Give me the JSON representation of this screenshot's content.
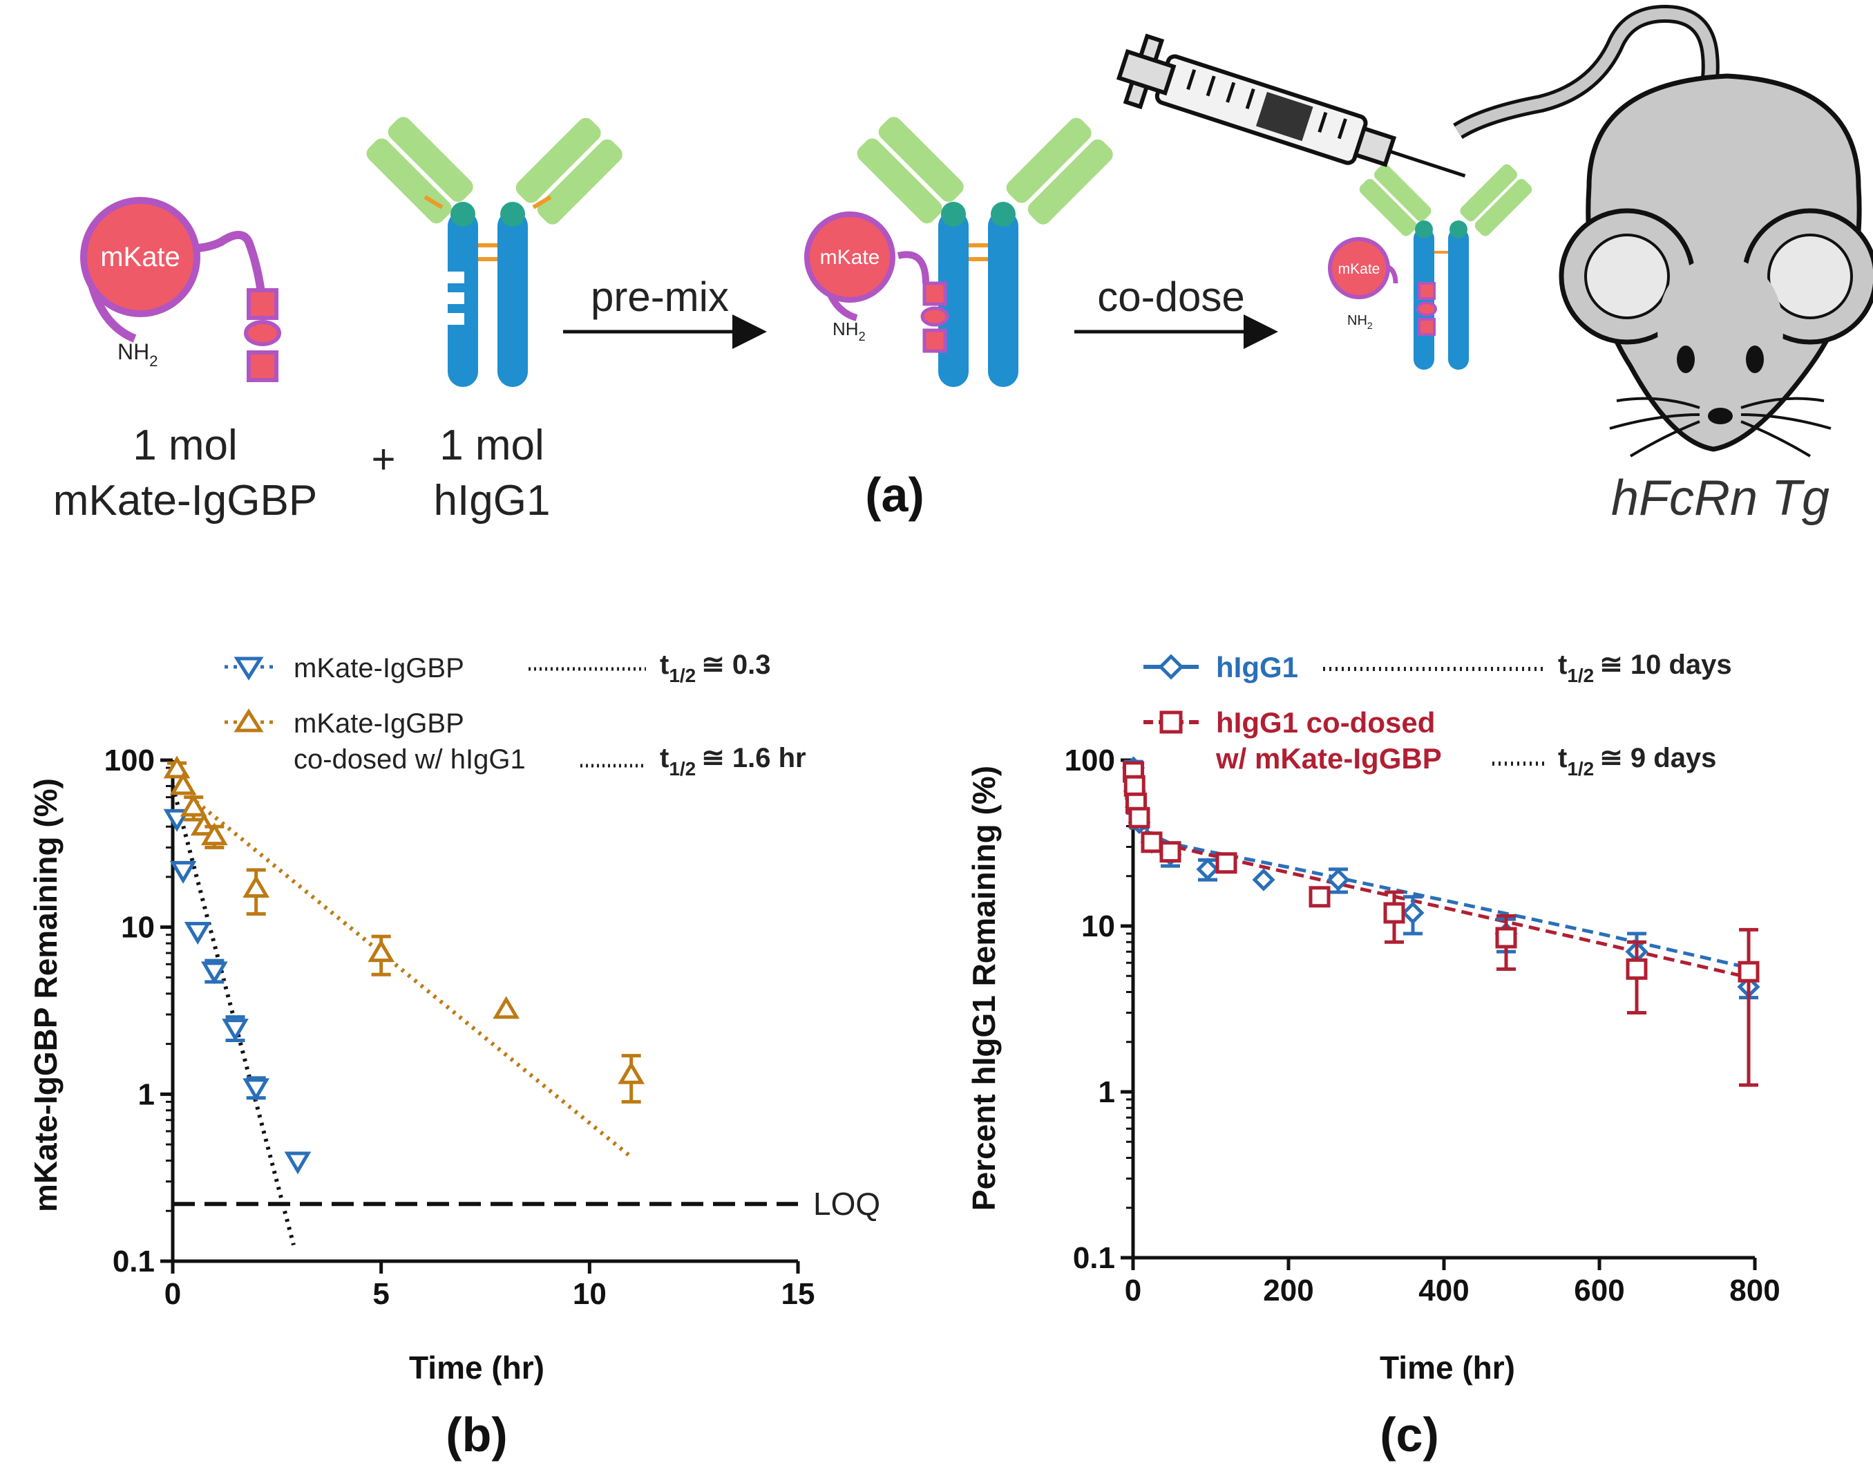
{
  "schematic": {
    "reagent1_amount": "1 mol",
    "reagent1_name": "mKate-IgGBP",
    "plus": "+",
    "reagent2_amount": "1 mol",
    "reagent2_name": "hIgG1",
    "step1": "pre-mix",
    "step2": "co-dose",
    "protein_label": "mKate",
    "amine_label": "NH",
    "amine_subscript": "2",
    "mouse_label": "hFcRn Tg",
    "panel_label": "(a)"
  },
  "colors": {
    "mkate": "#ef5a68",
    "mkate_linker": "#b055c2",
    "fc_blue": "#1f8fd0",
    "fab_green": "#a9dc86",
    "hinge_orange": "#ee9a2a",
    "series_blue": "#2a6fb8",
    "series_orange": "#bd7a14",
    "series_red": "#b11f32",
    "mouse_gray": "#c8c8c8"
  },
  "chart_data": [
    {
      "type": "scatter",
      "panel_label": "(b)",
      "xlabel": "Time (hr)",
      "ylabel": "mKate-IgGBP Remaining (%)",
      "xlim": [
        0,
        15
      ],
      "ylim": [
        0.1,
        100
      ],
      "yscale": "log",
      "xticks": [
        "0",
        "5",
        "10",
        "15"
      ],
      "yticks": [
        "0.1",
        "1",
        "10",
        "100"
      ],
      "legend_position": "top",
      "series": [
        {
          "name": "mKate-IgGBP",
          "marker": "triangle-down",
          "color": "#2a6fb8",
          "x": [
            0.1,
            0.25,
            0.6,
            1.0,
            1.5,
            2.0,
            3.0
          ],
          "y": [
            45,
            22,
            9.5,
            5.5,
            2.5,
            1.1,
            0.4
          ],
          "err": [
            0,
            0,
            0,
            0.8,
            0.4,
            0.15,
            0
          ],
          "fit_x": [
            0,
            2.9
          ],
          "fit_y": [
            70,
            0.125
          ],
          "fit_label_prefix": "t",
          "fit_label_sub": "1/2",
          "fit_label_value": "≅ 0.3"
        },
        {
          "name": "mKate-IgGBP",
          "name_line2": "co-dosed w/ hIgG1",
          "marker": "triangle-up",
          "color": "#bd7a14",
          "x": [
            0.1,
            0.25,
            0.5,
            0.75,
            1.0,
            2.0,
            5.0,
            8.0,
            11.0
          ],
          "y": [
            88,
            70,
            52,
            40,
            35,
            17,
            7,
            3.2,
            1.3
          ],
          "err": [
            8,
            0,
            8,
            0,
            5,
            5,
            1.8,
            0,
            0.4
          ],
          "fit_x": [
            0.1,
            11
          ],
          "fit_y": [
            70,
            0.42
          ],
          "fit_label_prefix": "t",
          "fit_label_sub": "1/2",
          "fit_label_value": "≅ 1.6 hr"
        }
      ],
      "reference_lines": [
        {
          "label": "LOQ",
          "y": 0.22
        }
      ]
    },
    {
      "type": "scatter",
      "panel_label": "(c)",
      "xlabel": "Time (hr)",
      "ylabel": "Percent hIgG1 Remaining (%)",
      "xlim": [
        0,
        800
      ],
      "ylim": [
        0.1,
        100
      ],
      "yscale": "log",
      "xticks": [
        "0",
        "200",
        "400",
        "600",
        "800"
      ],
      "yticks": [
        "0.1",
        "1",
        "10",
        "100"
      ],
      "legend_position": "top",
      "series": [
        {
          "name": "hIgG1",
          "marker": "circle",
          "color": "#2a6fb8",
          "x": [
            0.5,
            2,
            4,
            8,
            24,
            48,
            96,
            168,
            264,
            360,
            480,
            648,
            792
          ],
          "y": [
            90,
            65,
            52,
            42,
            32,
            27,
            22,
            19,
            19,
            12,
            9,
            7,
            4.3
          ],
          "err": [
            8,
            6,
            4,
            3,
            3,
            4,
            3,
            0,
            3,
            3,
            2,
            2,
            0.6
          ],
          "fit_x": [
            0,
            4,
            8,
            16,
            24,
            48,
            96,
            200,
            400,
            600,
            792
          ],
          "fit_y": [
            96,
            56,
            44,
            38,
            35.5,
            31.5,
            28.2,
            22.6,
            14.3,
            9.0,
            5.6
          ],
          "fit_label_prefix": "t",
          "fit_label_sub": "1/2",
          "fit_label_value": "≅ 10 days"
        },
        {
          "name": "hIgG1 co-dosed",
          "name_line2": "w/ mKate-IgGBP",
          "marker": "square",
          "color": "#b11f32",
          "x": [
            0.5,
            2,
            4,
            8,
            24,
            48,
            120,
            240,
            336,
            480,
            648,
            792
          ],
          "y": [
            85,
            70,
            55,
            45,
            32,
            28,
            24,
            15,
            12,
            8.5,
            5.5,
            5.3
          ],
          "err": [
            10,
            6,
            5,
            4,
            3,
            3,
            2,
            0,
            4,
            3,
            2.5,
            4.2
          ],
          "fit_x": [
            0,
            4,
            8,
            16,
            24,
            48,
            96,
            200,
            400,
            600,
            792
          ],
          "fit_y": [
            94,
            55,
            42,
            36,
            34,
            30.5,
            27,
            21,
            12.9,
            7.9,
            4.9
          ],
          "fit_label_prefix": "t",
          "fit_label_sub": "1/2",
          "fit_label_value": "≅ 9 days"
        }
      ]
    }
  ]
}
